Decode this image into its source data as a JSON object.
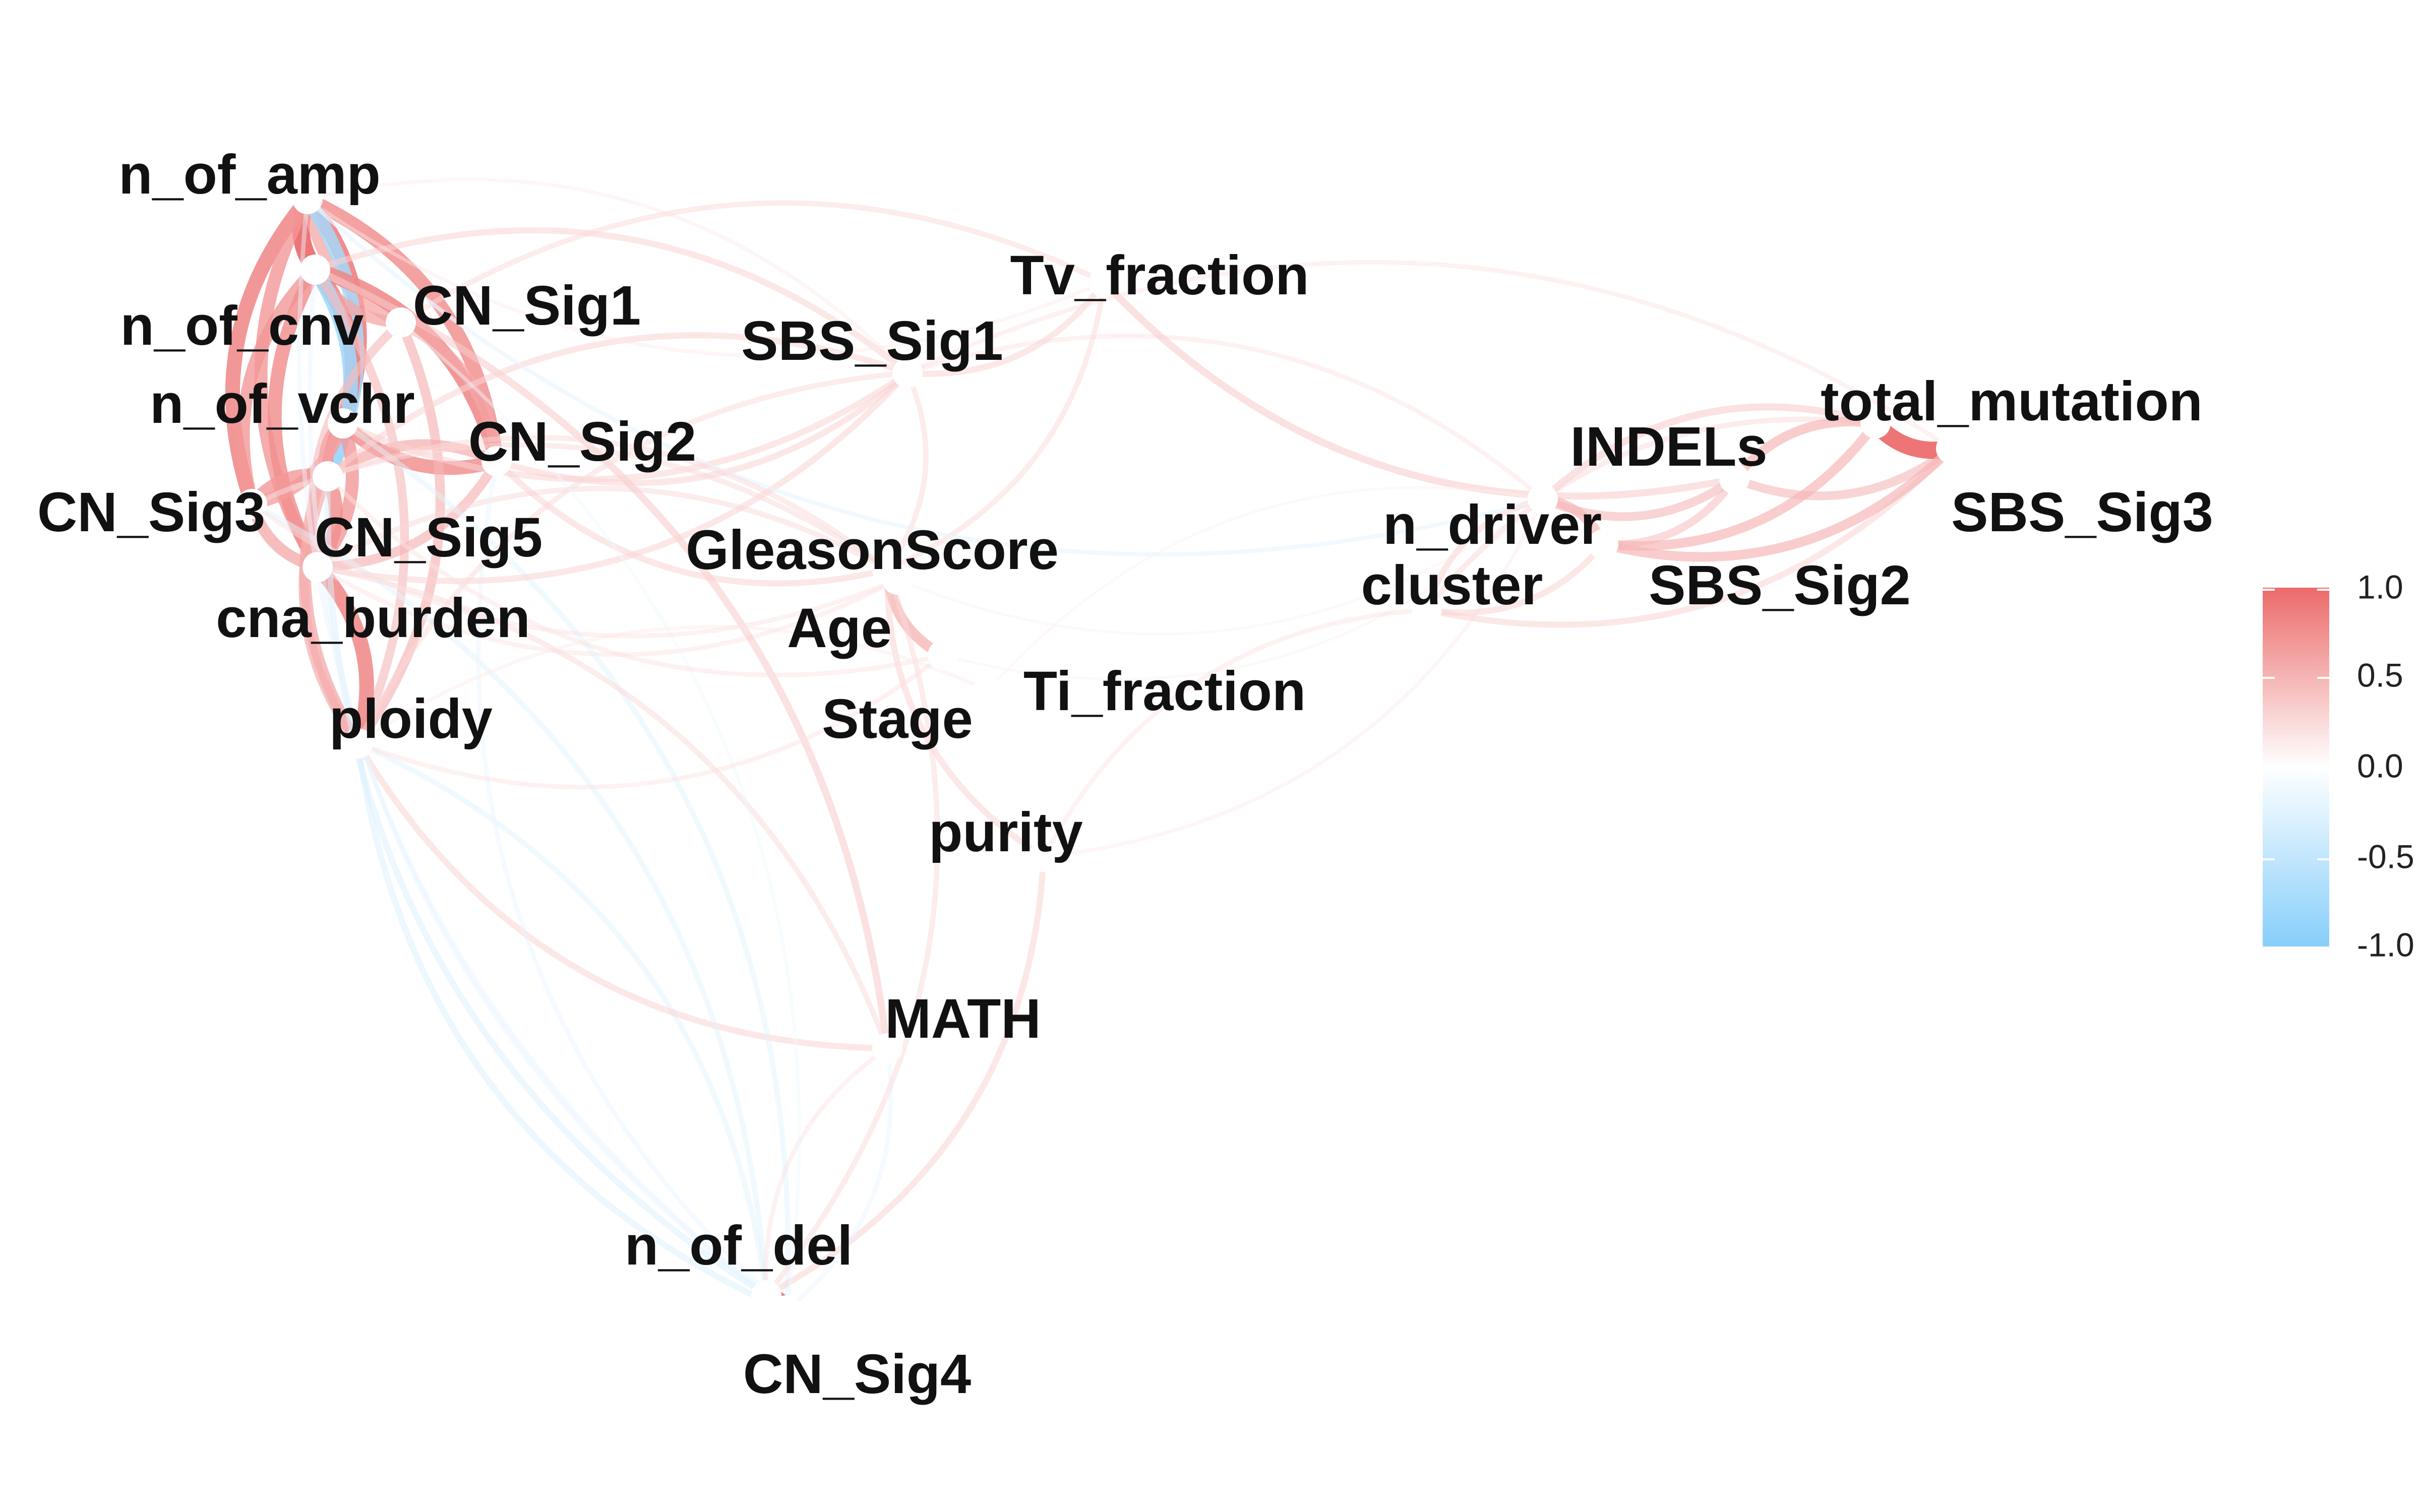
{
  "nodes": [
    {
      "id": "n_of_amp",
      "label": "n_of_amp"
    },
    {
      "id": "n_of_cnv",
      "label": "n_of_cnv"
    },
    {
      "id": "CN_Sig1",
      "label": "CN_Sig1"
    },
    {
      "id": "n_of_vchr",
      "label": "n_of_vchr"
    },
    {
      "id": "CN_Sig2",
      "label": "CN_Sig2"
    },
    {
      "id": "CN_Sig3",
      "label": "CN_Sig3"
    },
    {
      "id": "CN_Sig5",
      "label": "CN_Sig5"
    },
    {
      "id": "cna_burden",
      "label": "cna_burden"
    },
    {
      "id": "ploidy",
      "label": "ploidy"
    },
    {
      "id": "SBS_Sig1",
      "label": "SBS_Sig1"
    },
    {
      "id": "Tv_fraction",
      "label": "Tv_fraction"
    },
    {
      "id": "GleasonScore",
      "label": "GleasonScore"
    },
    {
      "id": "Age",
      "label": "Age"
    },
    {
      "id": "Stage",
      "label": "Stage"
    },
    {
      "id": "Ti_fraction",
      "label": "Ti_fraction"
    },
    {
      "id": "purity",
      "label": "purity"
    },
    {
      "id": "MATH",
      "label": "MATH"
    },
    {
      "id": "n_of_del",
      "label": "n_of_del"
    },
    {
      "id": "CN_Sig4",
      "label": "CN_Sig4"
    },
    {
      "id": "INDELs",
      "label": "INDELs"
    },
    {
      "id": "n_driver",
      "label": "n_driver"
    },
    {
      "id": "cluster",
      "label": "cluster"
    },
    {
      "id": "total_mutation",
      "label": "total_mutation"
    },
    {
      "id": "SBS_Sig3",
      "label": "SBS_Sig3"
    },
    {
      "id": "SBS_Sig2",
      "label": "SBS_Sig2"
    }
  ],
  "edges": [
    {
      "from": "n_of_amp",
      "to": "n_of_cnv",
      "r": 0.95
    },
    {
      "from": "n_of_amp",
      "to": "n_of_vchr",
      "r": 0.85
    },
    {
      "from": "n_of_amp",
      "to": "CN_Sig1",
      "r": 0.6
    },
    {
      "from": "n_of_amp",
      "to": "CN_Sig2",
      "r": 0.75
    },
    {
      "from": "n_of_amp",
      "to": "CN_Sig3",
      "r": 0.8
    },
    {
      "from": "n_of_amp",
      "to": "CN_Sig5",
      "r": -0.75
    },
    {
      "from": "n_of_amp",
      "to": "cna_burden",
      "r": 0.7
    },
    {
      "from": "n_of_amp",
      "to": "SBS_Sig1",
      "r": 0.15
    },
    {
      "from": "n_of_amp",
      "to": "n_driver",
      "r": -0.2
    },
    {
      "from": "n_of_cnv",
      "to": "n_of_vchr",
      "r": 0.85
    },
    {
      "from": "n_of_cnv",
      "to": "CN_Sig1",
      "r": 0.6
    },
    {
      "from": "n_of_cnv",
      "to": "CN_Sig2",
      "r": 0.8
    },
    {
      "from": "n_of_cnv",
      "to": "CN_Sig3",
      "r": 0.7
    },
    {
      "from": "n_of_cnv",
      "to": "CN_Sig5",
      "r": -0.8
    },
    {
      "from": "n_of_cnv",
      "to": "cna_burden",
      "r": 0.75
    },
    {
      "from": "n_of_cnv",
      "to": "ploidy",
      "r": 0.45
    },
    {
      "from": "n_of_vchr",
      "to": "CN_Sig2",
      "r": 0.75
    },
    {
      "from": "n_of_vchr",
      "to": "CN_Sig3",
      "r": 0.65
    },
    {
      "from": "n_of_vchr",
      "to": "CN_Sig5",
      "r": 0.8
    },
    {
      "from": "n_of_vchr",
      "to": "cna_burden",
      "r": 0.7
    },
    {
      "from": "n_of_vchr",
      "to": "ploidy",
      "r": 0.6
    },
    {
      "from": "CN_Sig1",
      "to": "CN_Sig2",
      "r": 0.6
    },
    {
      "from": "CN_Sig1",
      "to": "cna_burden",
      "r": 0.45
    },
    {
      "from": "CN_Sig1",
      "to": "ploidy",
      "r": 0.5
    },
    {
      "from": "CN_Sig2",
      "to": "CN_Sig5",
      "r": 0.55
    },
    {
      "from": "CN_Sig2",
      "to": "cna_burden",
      "r": 0.5
    },
    {
      "from": "CN_Sig2",
      "to": "SBS_Sig1",
      "r": 0.3
    },
    {
      "from": "CN_Sig3",
      "to": "CN_Sig5",
      "r": 0.7
    },
    {
      "from": "CN_Sig3",
      "to": "cna_burden",
      "r": 0.6
    },
    {
      "from": "CN_Sig5",
      "to": "cna_burden",
      "r": 0.75
    },
    {
      "from": "CN_Sig5",
      "to": "ploidy",
      "r": 0.55
    },
    {
      "from": "cna_burden",
      "to": "ploidy",
      "r": 0.8
    },
    {
      "from": "cna_burden",
      "to": "Age",
      "r": 0.2
    },
    {
      "from": "cna_burden",
      "to": "GleasonScore",
      "r": 0.25
    },
    {
      "from": "ploidy",
      "to": "CN_Sig4",
      "r": -0.3
    },
    {
      "from": "ploidy",
      "to": "n_of_del",
      "r": -0.25
    },
    {
      "from": "ploidy",
      "to": "MATH",
      "r": 0.3
    },
    {
      "from": "n_of_vchr",
      "to": "CN_Sig4",
      "r": -0.25
    },
    {
      "from": "CN_Sig5",
      "to": "n_of_del",
      "r": -0.3
    },
    {
      "from": "CN_Sig3",
      "to": "n_of_del",
      "r": -0.25
    },
    {
      "from": "CN_Sig2",
      "to": "CN_Sig4",
      "r": -0.2
    },
    {
      "from": "n_of_cnv",
      "to": "MATH",
      "r": 0.35
    },
    {
      "from": "SBS_Sig1",
      "to": "n_of_cnv",
      "r": 0.3
    },
    {
      "from": "SBS_Sig1",
      "to": "n_of_vchr",
      "r": 0.3
    },
    {
      "from": "SBS_Sig1",
      "to": "CN_Sig5",
      "r": 0.3
    },
    {
      "from": "SBS_Sig1",
      "to": "cna_burden",
      "r": 0.3
    },
    {
      "from": "SBS_Sig1",
      "to": "ploidy",
      "r": 0.25
    },
    {
      "from": "SBS_Sig1",
      "to": "n_driver",
      "r": 0.2
    },
    {
      "from": "SBS_Sig1",
      "to": "Tv_fraction",
      "r": 0.3
    },
    {
      "from": "SBS_Sig1",
      "to": "GleasonScore",
      "r": 0.25
    },
    {
      "from": "Tv_fraction",
      "to": "INDELs",
      "r": 0.35
    },
    {
      "from": "Tv_fraction",
      "to": "GleasonScore",
      "r": 0.25
    },
    {
      "from": "GleasonScore",
      "to": "Stage",
      "r": 0.55
    },
    {
      "from": "GleasonScore",
      "to": "Age",
      "r": 0.25
    },
    {
      "from": "GleasonScore",
      "to": "purity",
      "r": 0.3
    },
    {
      "from": "GleasonScore",
      "to": "CN_Sig2",
      "r": 0.3
    },
    {
      "from": "Age",
      "to": "n_driver",
      "r": 0.1
    },
    {
      "from": "Ti_fraction",
      "to": "n_driver",
      "r": 0.1
    },
    {
      "from": "Stage",
      "to": "n_driver",
      "r": 0.1
    },
    {
      "from": "purity",
      "to": "n_of_del",
      "r": 0.3
    },
    {
      "from": "purity",
      "to": "n_driver",
      "r": 0.15
    },
    {
      "from": "purity",
      "to": "cluster",
      "r": 0.2
    },
    {
      "from": "MATH",
      "to": "n_of_del",
      "r": 0.2
    },
    {
      "from": "MATH",
      "to": "CN_Sig4",
      "r": -0.2
    },
    {
      "from": "MATH",
      "to": "cna_burden",
      "r": 0.25
    },
    {
      "from": "n_of_del",
      "to": "CN_Sig4",
      "r": 0.9
    },
    {
      "from": "n_of_del",
      "to": "GleasonScore",
      "r": 0.25
    },
    {
      "from": "CN_Sig4",
      "to": "n_of_amp",
      "r": -0.2
    },
    {
      "from": "CN_Sig4",
      "to": "CN_Sig1",
      "r": -0.15
    },
    {
      "from": "CN_Sig4",
      "to": "n_of_cnv",
      "r": -0.2
    },
    {
      "from": "n_driver",
      "to": "INDELs",
      "r": 0.45
    },
    {
      "from": "n_driver",
      "to": "SBS_Sig2",
      "r": 0.5
    },
    {
      "from": "n_driver",
      "to": "cluster",
      "r": 0.3
    },
    {
      "from": "n_driver",
      "to": "total_mutation",
      "r": 0.35
    },
    {
      "from": "cluster",
      "to": "SBS_Sig3",
      "r": 0.3
    },
    {
      "from": "cluster",
      "to": "total_mutation",
      "r": 0.25
    },
    {
      "from": "cluster",
      "to": "SBS_Sig2",
      "r": 0.3
    },
    {
      "from": "INDELs",
      "to": "total_mutation",
      "r": 0.5
    },
    {
      "from": "INDELs",
      "to": "SBS_Sig3",
      "r": 0.45
    },
    {
      "from": "INDELs",
      "to": "SBS_Sig2",
      "r": 0.4
    },
    {
      "from": "total_mutation",
      "to": "SBS_Sig3",
      "r": 0.95
    },
    {
      "from": "total_mutation",
      "to": "SBS_Sig2",
      "r": 0.5
    },
    {
      "from": "SBS_Sig2",
      "to": "SBS_Sig3",
      "r": 0.5
    },
    {
      "from": "CN_Sig1",
      "to": "Tv_fraction",
      "r": 0.25
    },
    {
      "from": "n_of_amp",
      "to": "Tv_fraction",
      "r": 0.15
    },
    {
      "from": "SBS_Sig1",
      "to": "SBS_Sig3",
      "r": 0.2
    },
    {
      "from": "n_of_amp",
      "to": "n_driver",
      "r": -0.15
    },
    {
      "from": "CN_Sig3",
      "to": "GleasonScore",
      "r": 0.25
    },
    {
      "from": "CN_Sig3",
      "to": "Age",
      "r": 0.2
    },
    {
      "from": "CN_Sig5",
      "to": "GleasonScore",
      "r": 0.25
    },
    {
      "from": "CN_Sig5",
      "to": "Stage",
      "r": 0.2
    },
    {
      "from": "ploidy",
      "to": "Ti_fraction",
      "r": 0.15
    },
    {
      "from": "ploidy",
      "to": "Stage",
      "r": 0.2
    }
  ],
  "colorbar": {
    "ticks": [
      "1.0",
      "0.5",
      "0.0",
      "-0.5",
      "-1.0"
    ],
    "colors": {
      "positive": "#EC6A6A",
      "zero": "#FFFFFF",
      "negative": "#87CEFA"
    }
  }
}
